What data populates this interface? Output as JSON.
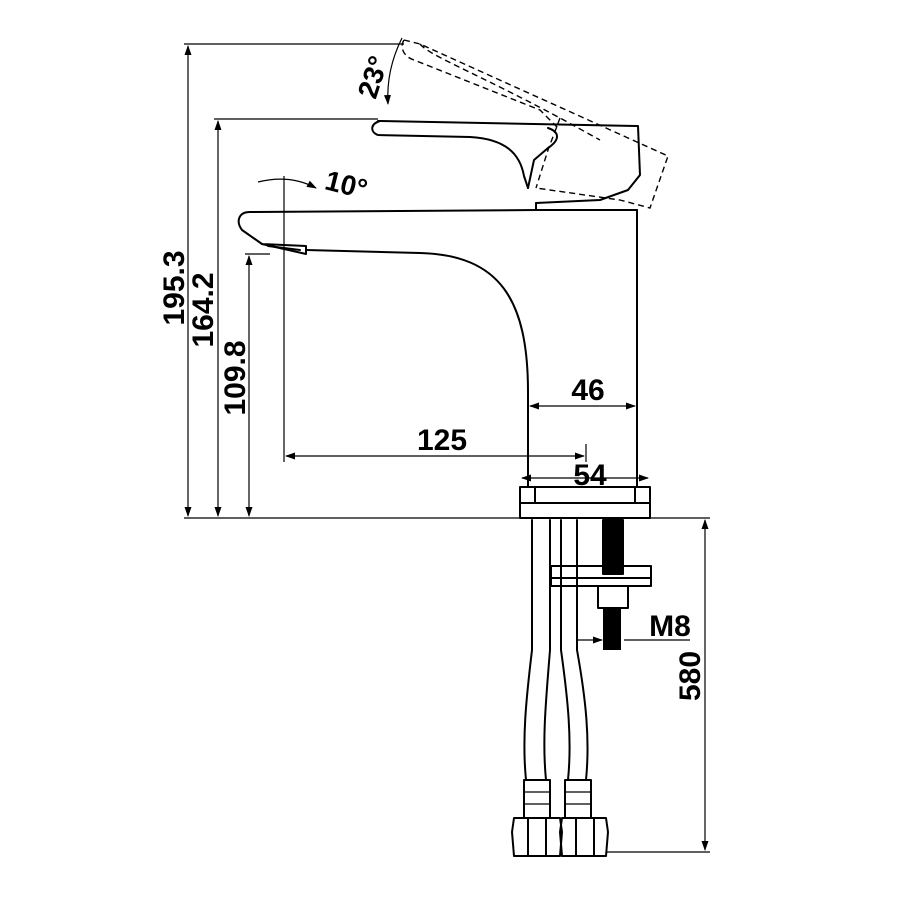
{
  "dimensions": {
    "total_height": "195.3",
    "handle_height": "164.2",
    "spout_height": "109.8",
    "spout_reach": "125",
    "body_width": "46",
    "base_width": "54",
    "hose_length": "580",
    "thread": "M8",
    "spout_angle": "10°",
    "lever_angle": "23°"
  }
}
